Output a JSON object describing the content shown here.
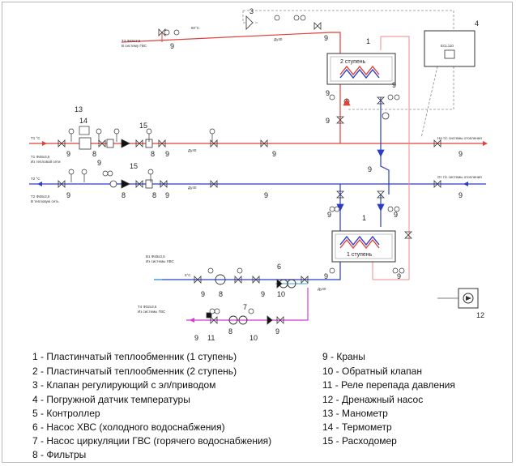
{
  "diagram": {
    "callouts": {
      "c1_top": "1",
      "c1_bottom": "1",
      "c3": "3",
      "c4": "4",
      "c6": "6",
      "c7": "7",
      "c9_list": [
        "9",
        "9",
        "9",
        "9",
        "9",
        "9",
        "9",
        "9",
        "9",
        "9",
        "9",
        "9",
        "9",
        "9",
        "9",
        "9",
        "9",
        "9",
        "9",
        "9",
        "9",
        "9",
        "9"
      ],
      "c8_list": [
        "8",
        "8",
        "8",
        "8",
        "8",
        "8"
      ],
      "c10_a": "10",
      "c10_b": "10",
      "c11": "11",
      "c12": "12",
      "c13": "13",
      "c14": "14",
      "c15_a": "15",
      "c15_b": "15"
    },
    "hx_top_label": "2 ступень",
    "hx_bottom_label": "1 ступень",
    "controller_label": "ECL110",
    "temp_60": "60°C",
    "temp_5": "5°C",
    "dn_labels": [
      "Ду40",
      "Ду40",
      "Ду40",
      "Ду40"
    ],
    "text_t1": "Т1 °С",
    "text_t2": "Т2 °С",
    "text_t1_sub": "Т1 Ф48х3,5",
    "text_t1_sub2": "Из тепловой сети",
    "text_t2_sub": "Т2 Ф48х3,5",
    "text_t2_sub2": "В тепловую сеть",
    "text_t3_sub": "Т3 Ф48х3,5",
    "text_t3_sub2": "В систему ГВС",
    "text_b1_sub": "В1 Ф48х3,5",
    "text_b1_sub2": "Из системы ХВС",
    "text_t4_sub": "Т4 Ф32х3,5",
    "text_t4_sub2": "Из системы ГВС",
    "text_heat_out": "На т/с системы отопления",
    "text_heat_in": "От т/с системы отопления"
  },
  "legend": {
    "left": [
      "1 - Пластинчатый теплообменник (1 ступень)",
      "2 - Пластинчатый теплообменник (2 ступень)",
      "3 - Клапан регулирующий с эл/приводом",
      "4 - Погружной датчик температуры",
      "5 - Контроллер",
      "6 - Насос ХВС (холодного водоснабжения)",
      "7 - Насос циркуляции ГВС (горячего водоснабжения)",
      "8 - Фильтры"
    ],
    "right": [
      "9 - Краны",
      "10 - Обратный клапан",
      "11 - Реле перепада давления",
      "12 - Дренажный насос",
      "13 - Манометр",
      "14 - Термометр",
      "15 - Расходомер"
    ]
  },
  "colors": {
    "hot": "#e0413a",
    "cold": "#2a3cc8",
    "return_pink": "#f08a8a",
    "cyan": "#3aa7c8",
    "magenta": "#d13bd1",
    "gray": "#7a7a7a"
  }
}
